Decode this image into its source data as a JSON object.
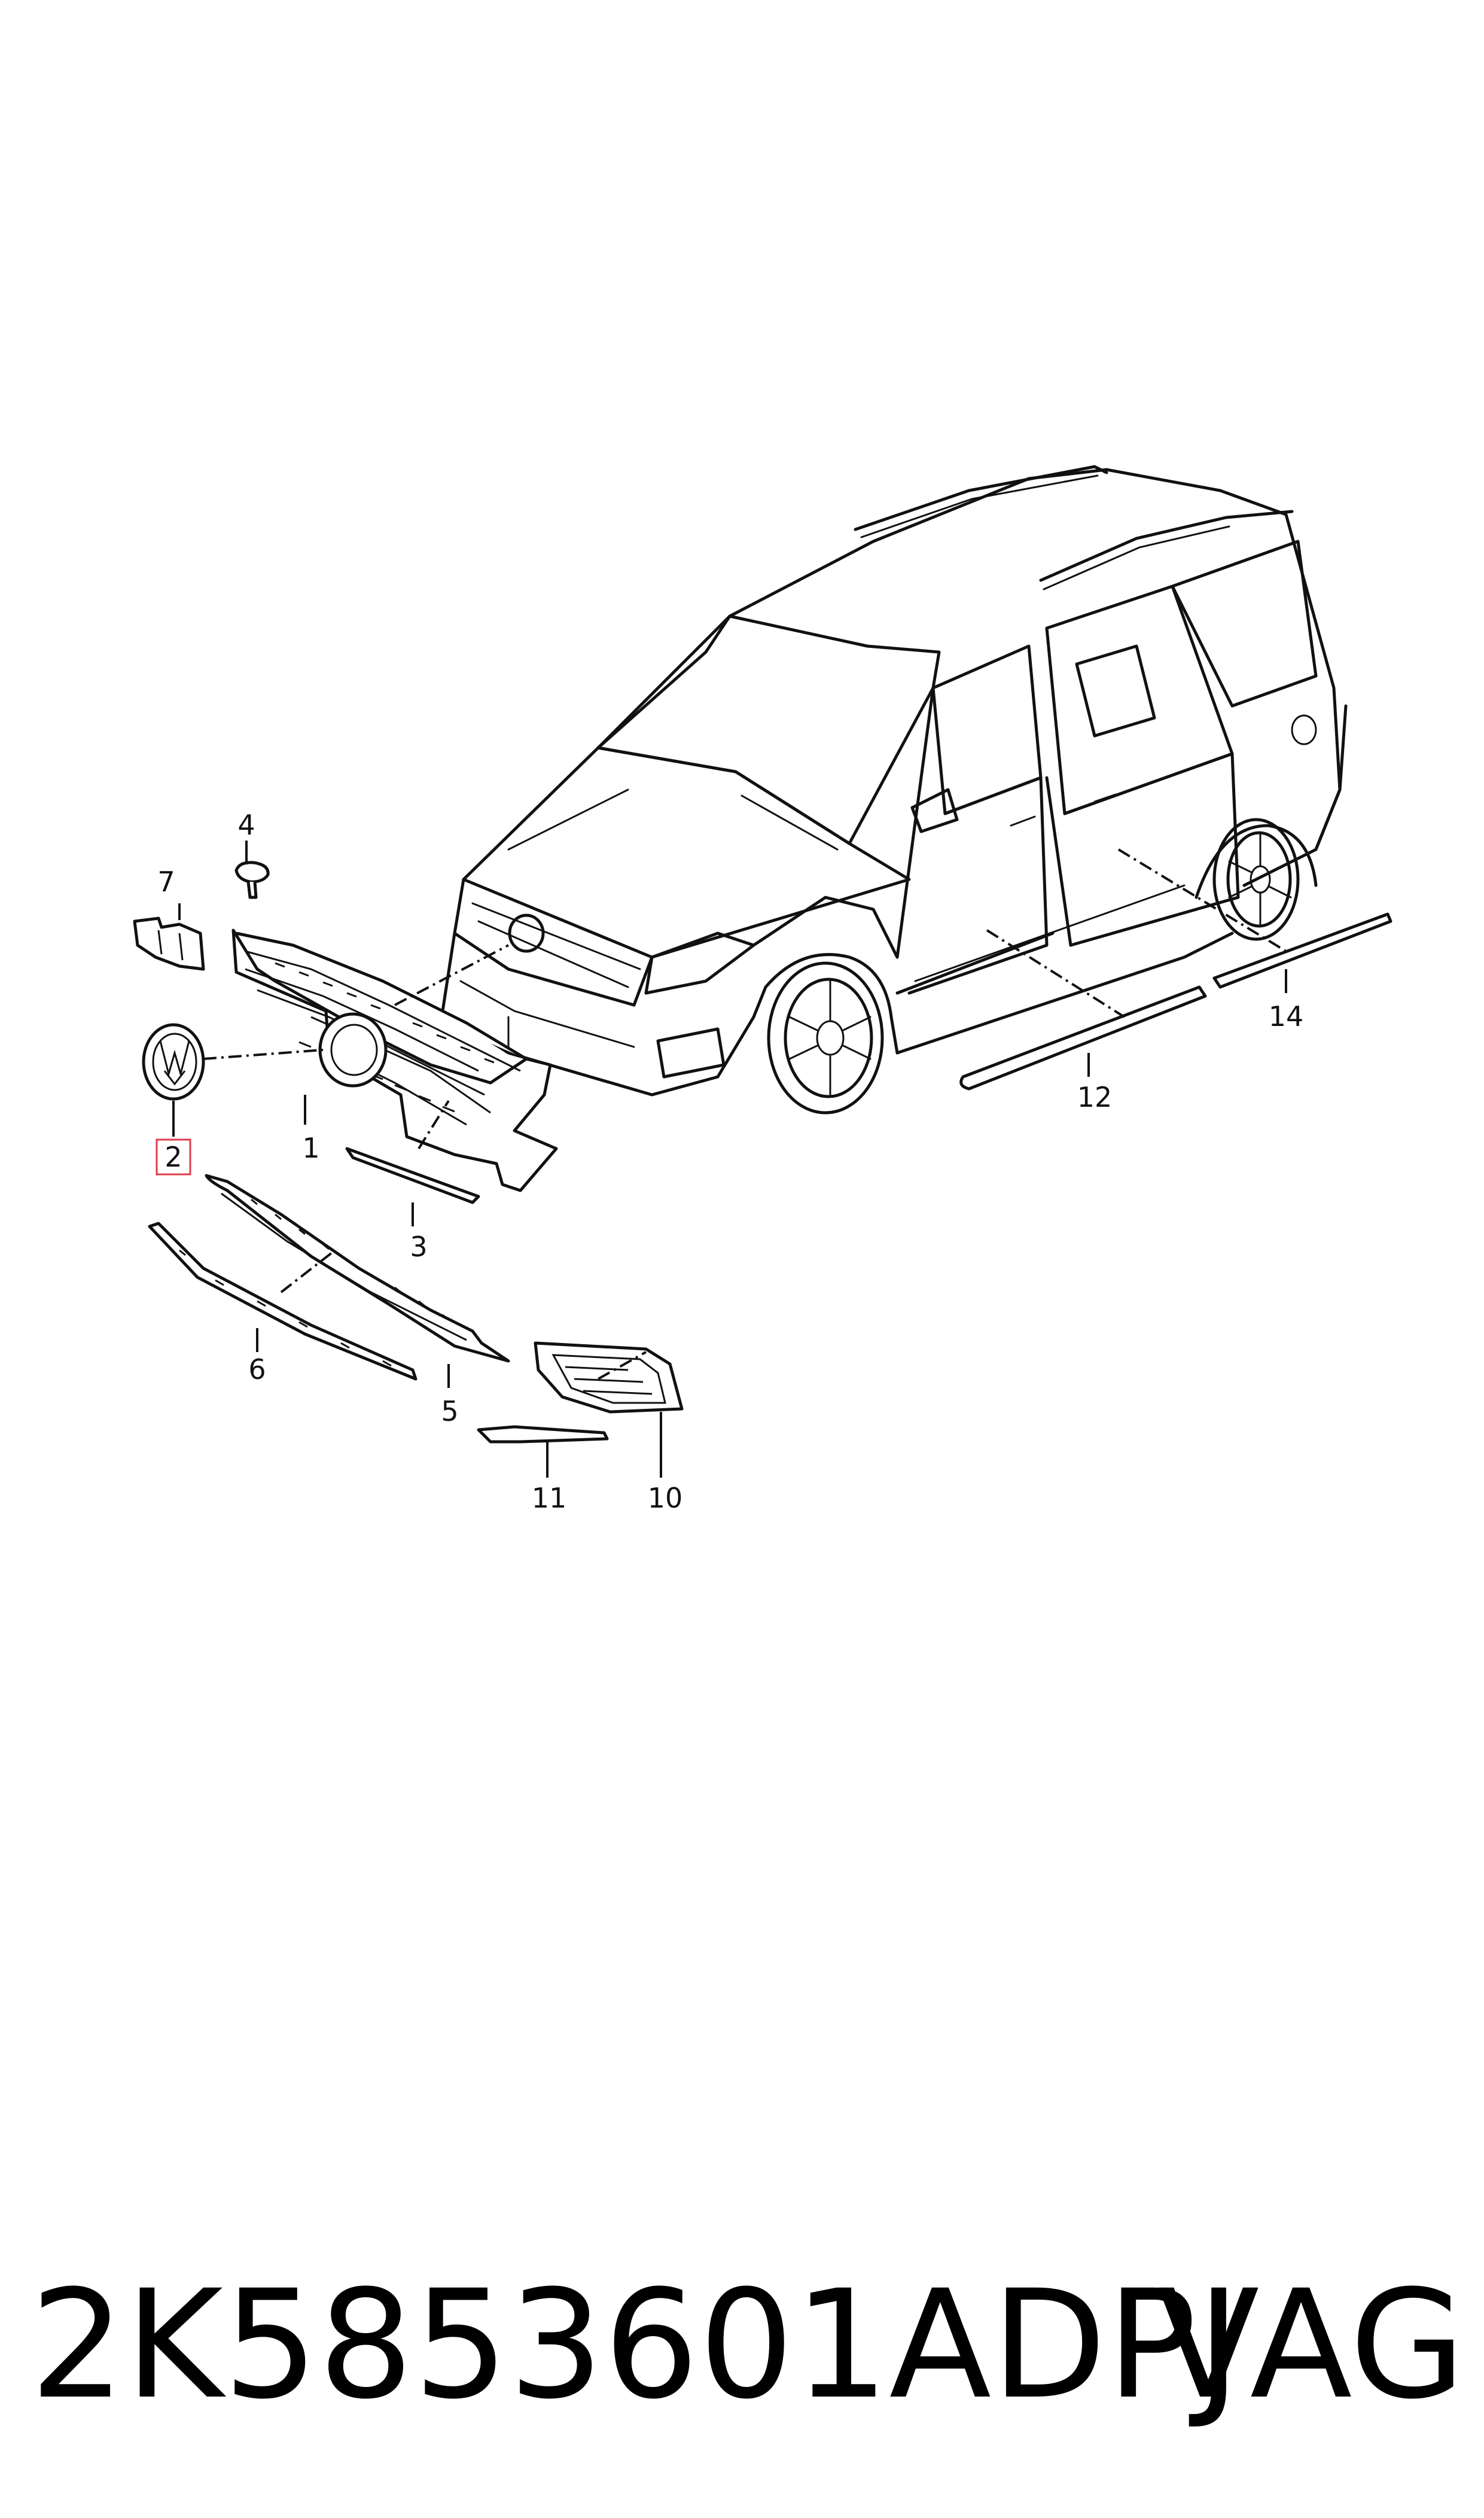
{
  "callouts": {
    "c1": "1",
    "c2": "2",
    "c3": "3",
    "c4": "4",
    "c5": "5",
    "c6": "6",
    "c7": "7",
    "c10": "10",
    "c11": "11",
    "c12": "12",
    "c14": "14"
  },
  "highlighted_callout": "2",
  "highlight_color": "#e03a4a",
  "footer": {
    "part_number": "2K5853601ADPJ",
    "brand": "VAG"
  }
}
